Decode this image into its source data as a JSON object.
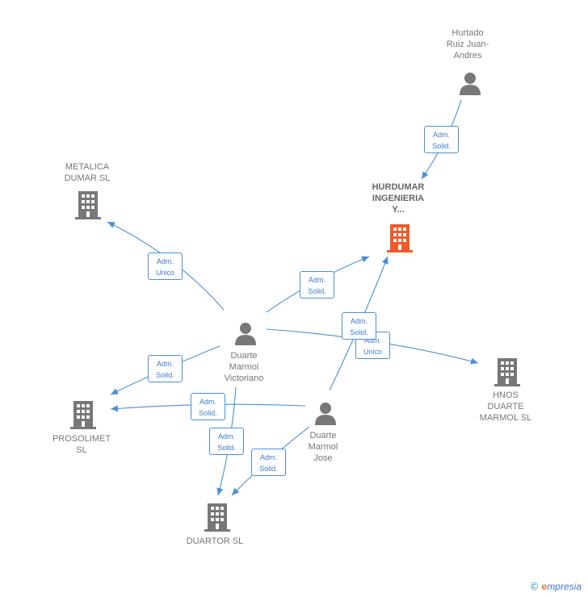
{
  "nodes": {
    "hurtado": {
      "label": "Hurtado\nRuiz Juan-\nAndres",
      "kind": "person"
    },
    "hurdumar": {
      "label": "HURDUMAR\nINGENIERIA\nY...",
      "kind": "company",
      "highlight": true
    },
    "metalica": {
      "label": "METALICA\nDUMAR SL",
      "kind": "company"
    },
    "victoriano": {
      "label": "Duarte\nMarmol\nVictoriano",
      "kind": "person"
    },
    "hnos": {
      "label": "HNOS\nDUARTE\nMARMOL  SL",
      "kind": "company"
    },
    "prosolimet": {
      "label": "PROSOLIMET\nSL",
      "kind": "company"
    },
    "jose": {
      "label": "Duarte\nMarmol\nJose",
      "kind": "person"
    },
    "duartor": {
      "label": "DUARTOR  SL",
      "kind": "company"
    }
  },
  "edges": {
    "hurtado_hurdumar": "Adm.\nSolid.",
    "victoriano_metalica": "Adm.\nUnico",
    "victoriano_hurdumar": "Adm.\nSolid.",
    "jose_hurdumar": "Adm.\nSolid.",
    "victoriano_hnos": "Adm.\nUnico",
    "victoriano_prosolimet": "Adm.\nSolid.",
    "jose_prosolimet": "Adm.\nSolid.",
    "victoriano_duartor": "Adm.\nSolid.",
    "jose_duartor": "Adm.\nSolid."
  },
  "colors": {
    "edge": "#4a8fd8",
    "node_icon": "#777777",
    "highlight_icon": "#f05a28"
  },
  "credit": {
    "symbol": "©",
    "brand_initial": "e",
    "brand_rest": "mpresia"
  }
}
